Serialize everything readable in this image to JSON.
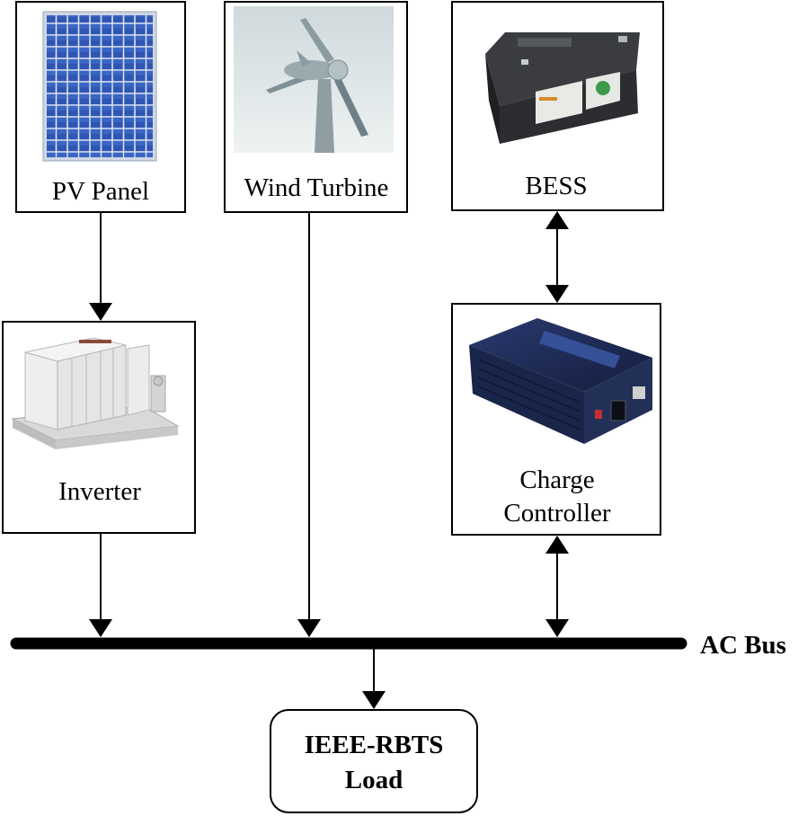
{
  "components": {
    "pv_panel": {
      "label": "PV Panel"
    },
    "wind_turbine": {
      "label": "Wind Turbine"
    },
    "bess": {
      "label": "BESS"
    },
    "inverter": {
      "label": "Inverter"
    },
    "charge_controller": {
      "label_line1": "Charge",
      "label_line2": "Controller"
    }
  },
  "bus": {
    "label": "AC Bus"
  },
  "load": {
    "label_line1": "IEEE-RBTS",
    "label_line2": "Load"
  },
  "colors": {
    "pv_cell": "#2f56b3",
    "battery_body": "#2b2d30",
    "controller_body": "#1f2e5c",
    "inverter_body": "#e8e8e6"
  },
  "icons": [
    "solar-panel-icon",
    "wind-turbine-icon",
    "battery-icon",
    "inverter-cabinet-icon",
    "charge-controller-icon"
  ]
}
